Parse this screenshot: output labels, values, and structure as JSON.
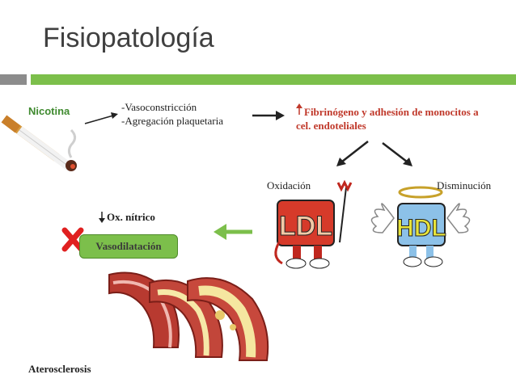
{
  "slide": {
    "title": "Fisiopatología",
    "nicotina": "Nicotina",
    "effects": [
      "-Vasoconstricción",
      "-Agregación plaquetaria"
    ],
    "fibrinogeno": "Fibrinógeno y adhesión de monocitos a cel. endoteliales",
    "oxidacion": "Oxidación",
    "disminucion": "Disminución",
    "oxido_nitrico": "Ox. nítrico",
    "vasodilatacion": "Vasodilatación",
    "aterosclerosis": "Aterosclerosis",
    "ldl_label": "LDL",
    "hdl_label": "HDL"
  },
  "colors": {
    "title_bar_dark": "#8c8c8c",
    "title_bar_green": "#7cbf4b",
    "green_text": "#3f8a2f",
    "red_text": "#c0392b",
    "green_arrow": "#7cbf4b",
    "red_x": "#e02020"
  },
  "icons": [
    "cigarette-icon",
    "red-x-icon",
    "ldl-devil-icon",
    "hdl-angel-icon",
    "artery-illustration",
    "down-arrow-icon",
    "up-arrow-icon"
  ]
}
